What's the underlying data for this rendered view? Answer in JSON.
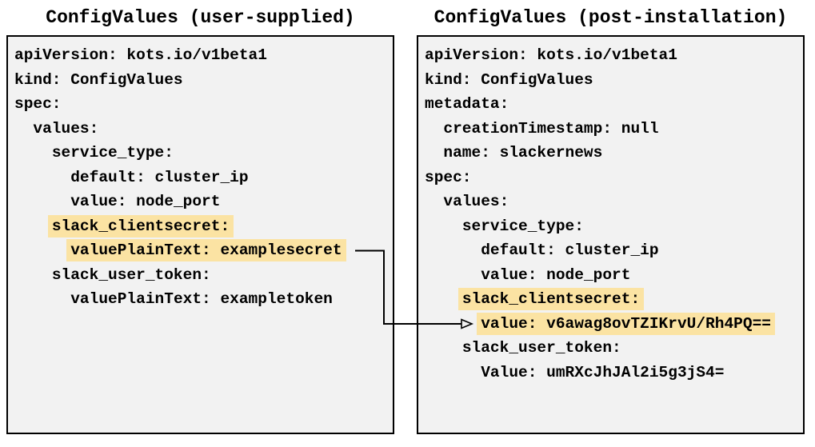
{
  "colors": {
    "highlight": "#fbe3a3",
    "panel_background": "#f2f2f2",
    "panel_border": "#000000",
    "text": "#000000",
    "arrow": "#000000"
  },
  "panels": {
    "left": {
      "title": "ConfigValues (user-supplied)",
      "lines": [
        {
          "indent": "",
          "text": "apiVersion: kots.io/v1beta1",
          "highlight": false
        },
        {
          "indent": "",
          "text": "kind: ConfigValues",
          "highlight": false
        },
        {
          "indent": "",
          "text": "spec:",
          "highlight": false
        },
        {
          "indent": "  ",
          "text": "values:",
          "highlight": false
        },
        {
          "indent": "    ",
          "text": "service_type:",
          "highlight": false
        },
        {
          "indent": "      ",
          "text": "default: cluster_ip",
          "highlight": false
        },
        {
          "indent": "      ",
          "text": "value: node_port",
          "highlight": false
        },
        {
          "indent": "    ",
          "text": "slack_clientsecret:",
          "highlight": true
        },
        {
          "indent": "      ",
          "text": "valuePlainText: examplesecret",
          "highlight": true
        },
        {
          "indent": "    ",
          "text": "slack_user_token:",
          "highlight": false
        },
        {
          "indent": "      ",
          "text": "valuePlainText: exampletoken",
          "highlight": false
        }
      ]
    },
    "right": {
      "title": "ConfigValues (post-installation)",
      "lines": [
        {
          "indent": "",
          "text": "apiVersion: kots.io/v1beta1",
          "highlight": false
        },
        {
          "indent": "",
          "text": "kind: ConfigValues",
          "highlight": false
        },
        {
          "indent": "",
          "text": "metadata:",
          "highlight": false
        },
        {
          "indent": "  ",
          "text": "creationTimestamp: null",
          "highlight": false
        },
        {
          "indent": "  ",
          "text": "name: slackernews",
          "highlight": false
        },
        {
          "indent": "",
          "text": "spec:",
          "highlight": false
        },
        {
          "indent": "  ",
          "text": "values:",
          "highlight": false
        },
        {
          "indent": "    ",
          "text": "service_type:",
          "highlight": false
        },
        {
          "indent": "      ",
          "text": "default: cluster_ip",
          "highlight": false
        },
        {
          "indent": "      ",
          "text": "value: node_port",
          "highlight": false
        },
        {
          "indent": "    ",
          "text": "slack_clientsecret:",
          "highlight": true
        },
        {
          "indent": "      ",
          "text": "value: v6awag8ovTZIKrvU/Rh4PQ==",
          "highlight": true
        },
        {
          "indent": "    ",
          "text": "slack_user_token:",
          "highlight": false
        },
        {
          "indent": "      ",
          "text": "Value: umRXcJhJAl2i5g3jS4=",
          "highlight": false
        }
      ]
    }
  },
  "arrow": {
    "from_text": "valuePlainText: examplesecret",
    "to_text": "value: v6awag8ovTZIKrvU/Rh4PQ=="
  }
}
